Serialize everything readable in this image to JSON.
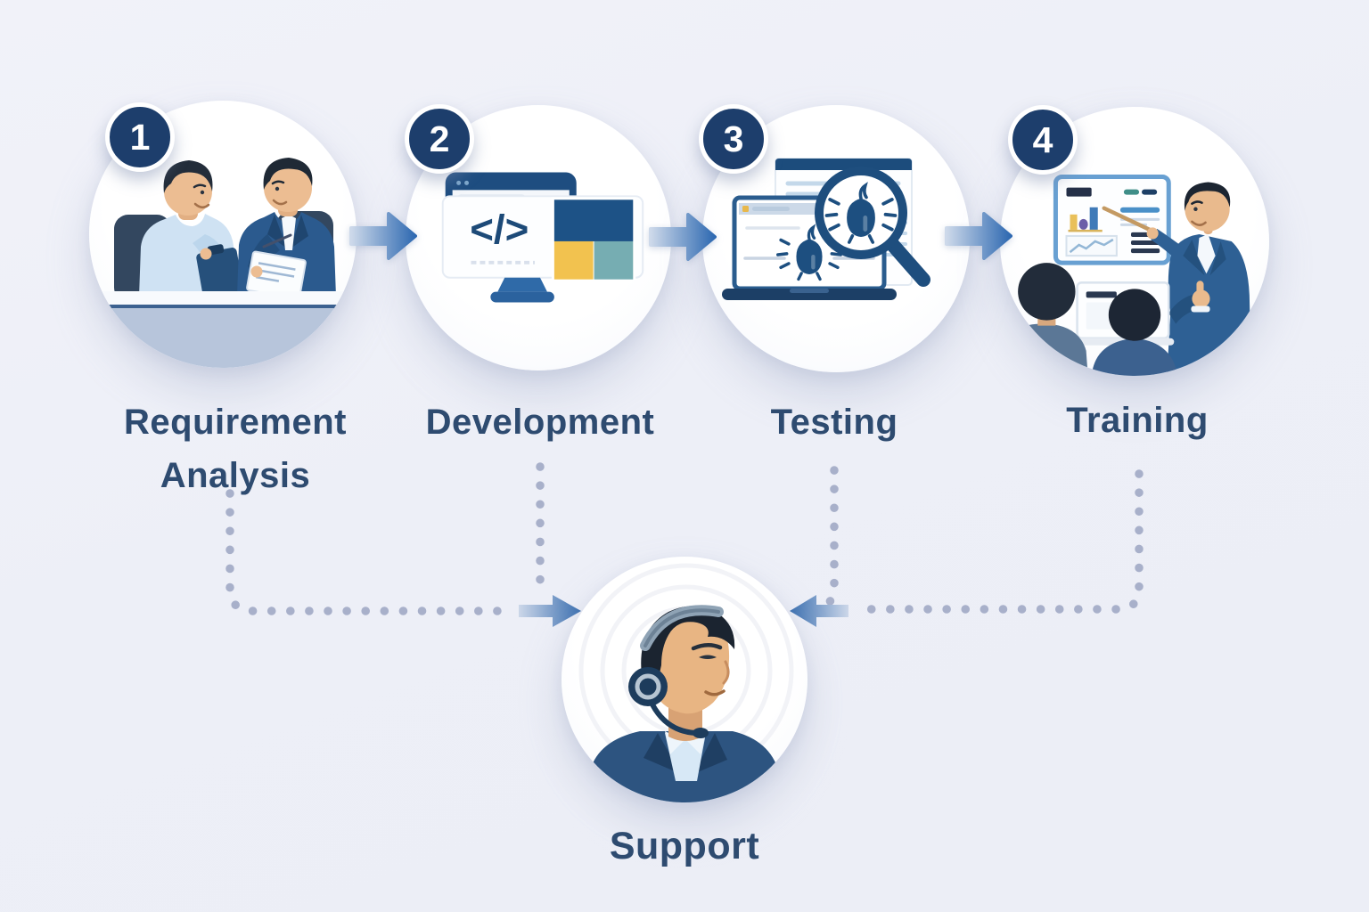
{
  "steps": [
    {
      "number": "1",
      "label_line1": "Requirement",
      "label_line2": "Analysis",
      "icon": "meeting-discussion-icon"
    },
    {
      "number": "2",
      "label_line1": "Development",
      "label_line2": "",
      "icon": "code-monitor-icon",
      "code_symbol": "</>"
    },
    {
      "number": "3",
      "label_line1": "Testing",
      "label_line2": "",
      "icon": "bug-magnifier-laptop-icon"
    },
    {
      "number": "4",
      "label_line1": "Training",
      "label_line2": "",
      "icon": "presentation-chart-icon"
    }
  ],
  "support": {
    "label": "Support",
    "icon": "support-agent-headset-icon"
  },
  "colors": {
    "badge_navy": "#1d3e6c",
    "label_text": "#2e4b70",
    "arrow_blue": "#2f6ab2",
    "dotted_line": "#a8b0ca",
    "accent_yellow": "#f2c24f",
    "accent_teal": "#76adb2",
    "background": "#eef0f7"
  }
}
